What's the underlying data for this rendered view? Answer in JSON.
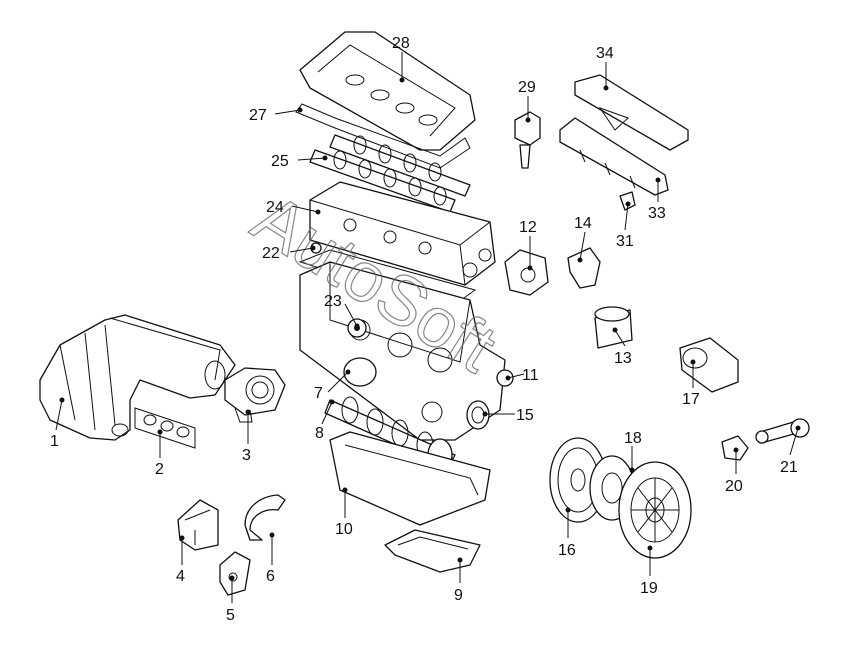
{
  "watermark": "AutoSoft",
  "callouts": [
    {
      "id": 1,
      "label": "1"
    },
    {
      "id": 2,
      "label": "2"
    },
    {
      "id": 3,
      "label": "3"
    },
    {
      "id": 4,
      "label": "4"
    },
    {
      "id": 5,
      "label": "5"
    },
    {
      "id": 6,
      "label": "6"
    },
    {
      "id": 7,
      "label": "7"
    },
    {
      "id": 8,
      "label": "8"
    },
    {
      "id": 9,
      "label": "9"
    },
    {
      "id": 10,
      "label": "10"
    },
    {
      "id": 11,
      "label": "11"
    },
    {
      "id": 12,
      "label": "12"
    },
    {
      "id": 13,
      "label": "13"
    },
    {
      "id": 14,
      "label": "14"
    },
    {
      "id": 15,
      "label": "15"
    },
    {
      "id": 16,
      "label": "16"
    },
    {
      "id": 17,
      "label": "17"
    },
    {
      "id": 18,
      "label": "18"
    },
    {
      "id": 19,
      "label": "19"
    },
    {
      "id": 20,
      "label": "20"
    },
    {
      "id": 21,
      "label": "21"
    },
    {
      "id": 22,
      "label": "22"
    },
    {
      "id": 23,
      "label": "23"
    },
    {
      "id": 24,
      "label": "24"
    },
    {
      "id": 25,
      "label": "25"
    },
    {
      "id": 27,
      "label": "27"
    },
    {
      "id": 28,
      "label": "28"
    },
    {
      "id": 29,
      "label": "29"
    },
    {
      "id": 31,
      "label": "31"
    },
    {
      "id": 33,
      "label": "33"
    },
    {
      "id": 34,
      "label": "34"
    }
  ]
}
